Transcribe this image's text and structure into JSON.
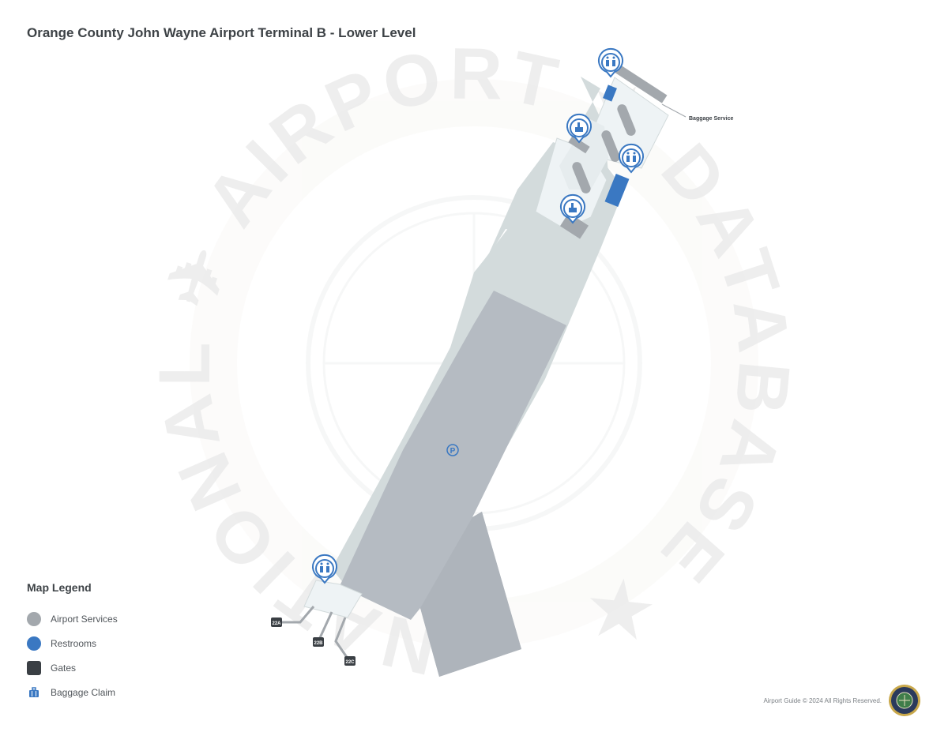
{
  "title": "Orange County John Wayne Airport Terminal B - Lower Level",
  "map": {
    "label_baggage_service": "Baggage Service",
    "gates": [
      "22A",
      "22B",
      "22C"
    ],
    "parking_symbol": "P",
    "watermark": {
      "ring_text": "NATIONAL ✈ AIRPORT ★ DATABASE ★"
    }
  },
  "legend": {
    "title": "Map Legend",
    "items": [
      {
        "label": "Airport Services",
        "color": "#a3a8ad",
        "shape": "circle"
      },
      {
        "label": "Restrooms",
        "color": "#3a78c2",
        "shape": "circle"
      },
      {
        "label": "Gates",
        "color": "#3a3f44",
        "shape": "square"
      },
      {
        "label": "Baggage Claim",
        "color": "#3a78c2",
        "shape": "bag-icon"
      }
    ]
  },
  "footer": {
    "copyright": "Airport Guide © 2024 All Rights Reserved."
  },
  "colors": {
    "terminal": "#d3dbdc",
    "terminal_light": "#eef3f5",
    "parking": "#b5bbc2",
    "services": "#a3a8ad",
    "restroom": "#3a78c2",
    "gate": "#3a3f44",
    "marker": "#3a78c2"
  }
}
